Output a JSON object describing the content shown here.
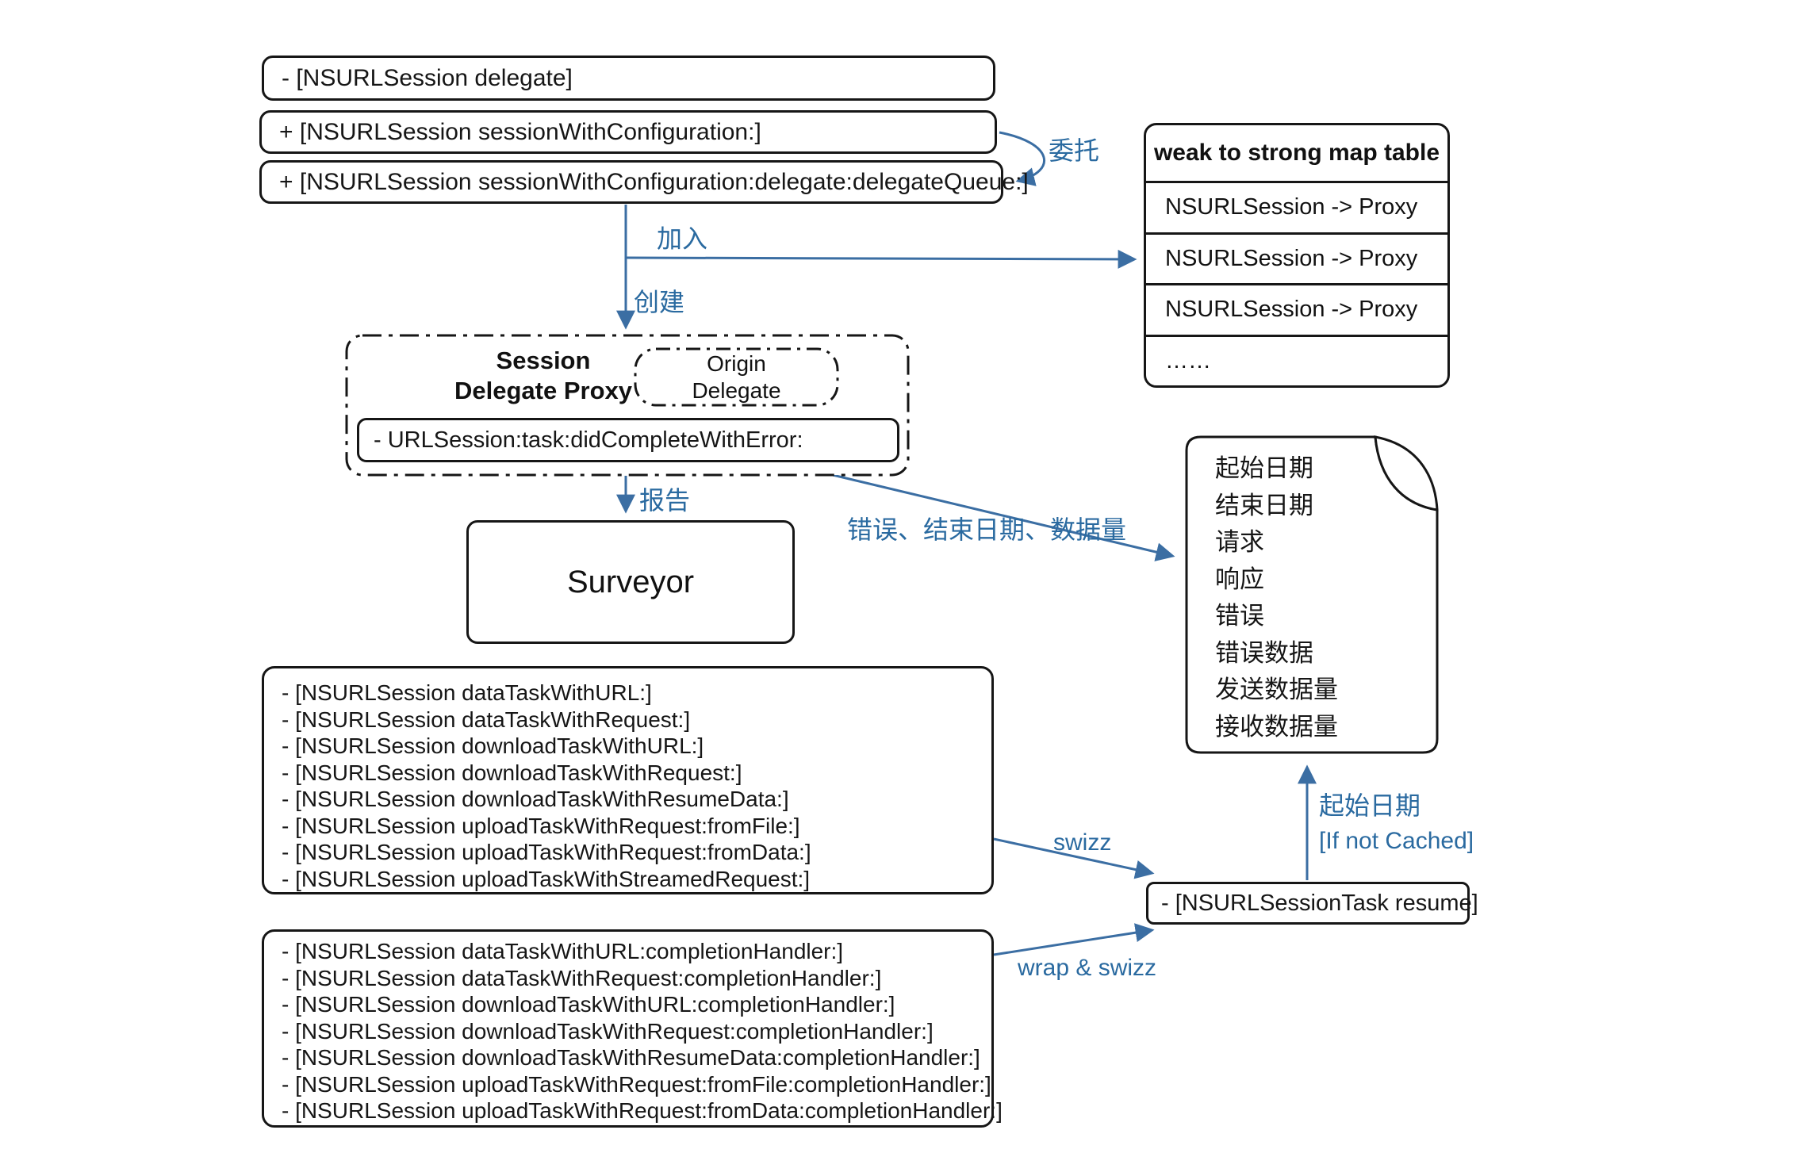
{
  "colors": {
    "arrow_blue": "#3b6ea3",
    "label_blue": "#2a6aa0",
    "line_black": "#161616"
  },
  "top_boxes": {
    "delegate": "- [NSURLSession delegate]",
    "session_with_configuration": "+ [NSURLSession sessionWithConfiguration:]",
    "session_with_configuration_delegate_queue": "+ [NSURLSession sessionWithConfiguration:delegate:delegateQueue:]"
  },
  "labels": {
    "delegation": "委托",
    "join": "加入",
    "create": "创建",
    "report": "报告",
    "error_end_date_data": "错误、结束日期、数据量",
    "swizz": "swizz",
    "wrap_and_swizz": "wrap & swizz",
    "start_date": "起始日期",
    "if_not_cached": "[If not Cached]"
  },
  "map_table": {
    "title": "weak to strong map table",
    "rows": [
      "NSURLSession -> Proxy",
      "NSURLSession -> Proxy",
      "NSURLSession -> Proxy",
      "……"
    ]
  },
  "proxy_box": {
    "title_line1": "Session",
    "title_line2": "Delegate Proxy",
    "origin_line1": "Origin",
    "origin_line2": "Delegate",
    "method": "- URLSession:task:didCompleteWithError:"
  },
  "surveyor": {
    "label": "Surveyor"
  },
  "record_document": {
    "lines": [
      "起始日期",
      "结束日期",
      "请求",
      "响应",
      "错误",
      "错误数据",
      "发送数据量",
      "接收数据量"
    ]
  },
  "task_methods_box_1": {
    "lines": [
      "- [NSURLSession dataTaskWithURL:]",
      "- [NSURLSession dataTaskWithRequest:]",
      "- [NSURLSession downloadTaskWithURL:]",
      "- [NSURLSession downloadTaskWithRequest:]",
      "- [NSURLSession downloadTaskWithResumeData:]",
      "- [NSURLSession uploadTaskWithRequest:fromFile:]",
      "- [NSURLSession uploadTaskWithRequest:fromData:]",
      "- [NSURLSession uploadTaskWithStreamedRequest:]"
    ]
  },
  "task_methods_box_2": {
    "lines": [
      "- [NSURLSession dataTaskWithURL:completionHandler:]",
      "- [NSURLSession dataTaskWithRequest:completionHandler:]",
      "- [NSURLSession downloadTaskWithURL:completionHandler:]",
      "- [NSURLSession downloadTaskWithRequest:completionHandler:]",
      "- [NSURLSession downloadTaskWithResumeData:completionHandler:]",
      "- [NSURLSession uploadTaskWithRequest:fromFile:completionHandler:]",
      "- [NSURLSession uploadTaskWithRequest:fromData:completionHandler:]"
    ]
  },
  "resume_box": {
    "label": "- [NSURLSessionTask resume]"
  }
}
